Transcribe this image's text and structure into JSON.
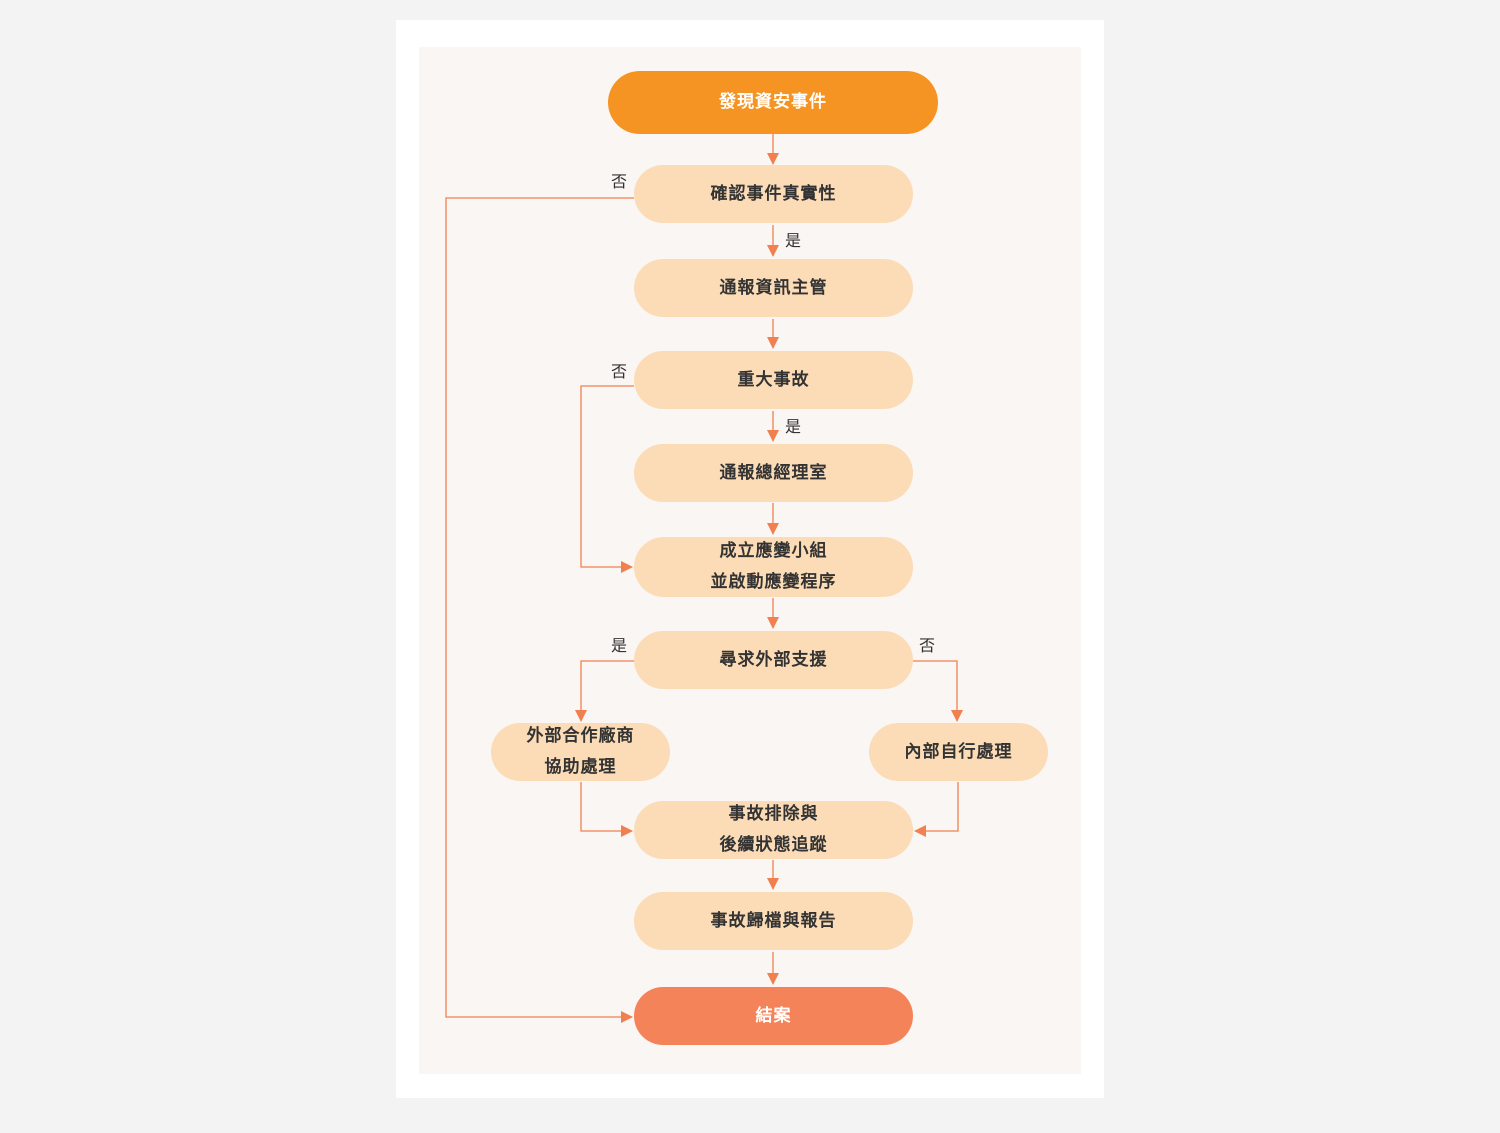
{
  "colors": {
    "start_fill": "#f59423",
    "end_fill": "#f5835a",
    "step_fill": "#fcdcb6",
    "connector": "#f08050",
    "panel_bg": "#faf6f3"
  },
  "nodes": {
    "discover": {
      "lines": [
        "發現資安事件"
      ]
    },
    "verify": {
      "lines": [
        "確認事件真實性"
      ]
    },
    "notify_it": {
      "lines": [
        "通報資訊主管"
      ]
    },
    "major": {
      "lines": [
        "重大事故"
      ]
    },
    "notify_gm": {
      "lines": [
        "通報總經理室"
      ]
    },
    "team": {
      "lines": [
        "成立應變小組",
        "並啟動應變程序"
      ]
    },
    "external": {
      "lines": [
        "尋求外部支援"
      ]
    },
    "vendor": {
      "lines": [
        "外部合作廠商",
        "協助處理"
      ]
    },
    "internal": {
      "lines": [
        "內部自行處理"
      ]
    },
    "resolve": {
      "lines": [
        "事故排除與",
        "後續狀態追蹤"
      ]
    },
    "archive": {
      "lines": [
        "事故歸檔與報告"
      ]
    },
    "close": {
      "lines": [
        "結案"
      ]
    }
  },
  "edge_labels": {
    "verify_no": "否",
    "verify_yes": "是",
    "major_no": "否",
    "major_yes": "是",
    "external_yes": "是",
    "external_no": "否"
  }
}
